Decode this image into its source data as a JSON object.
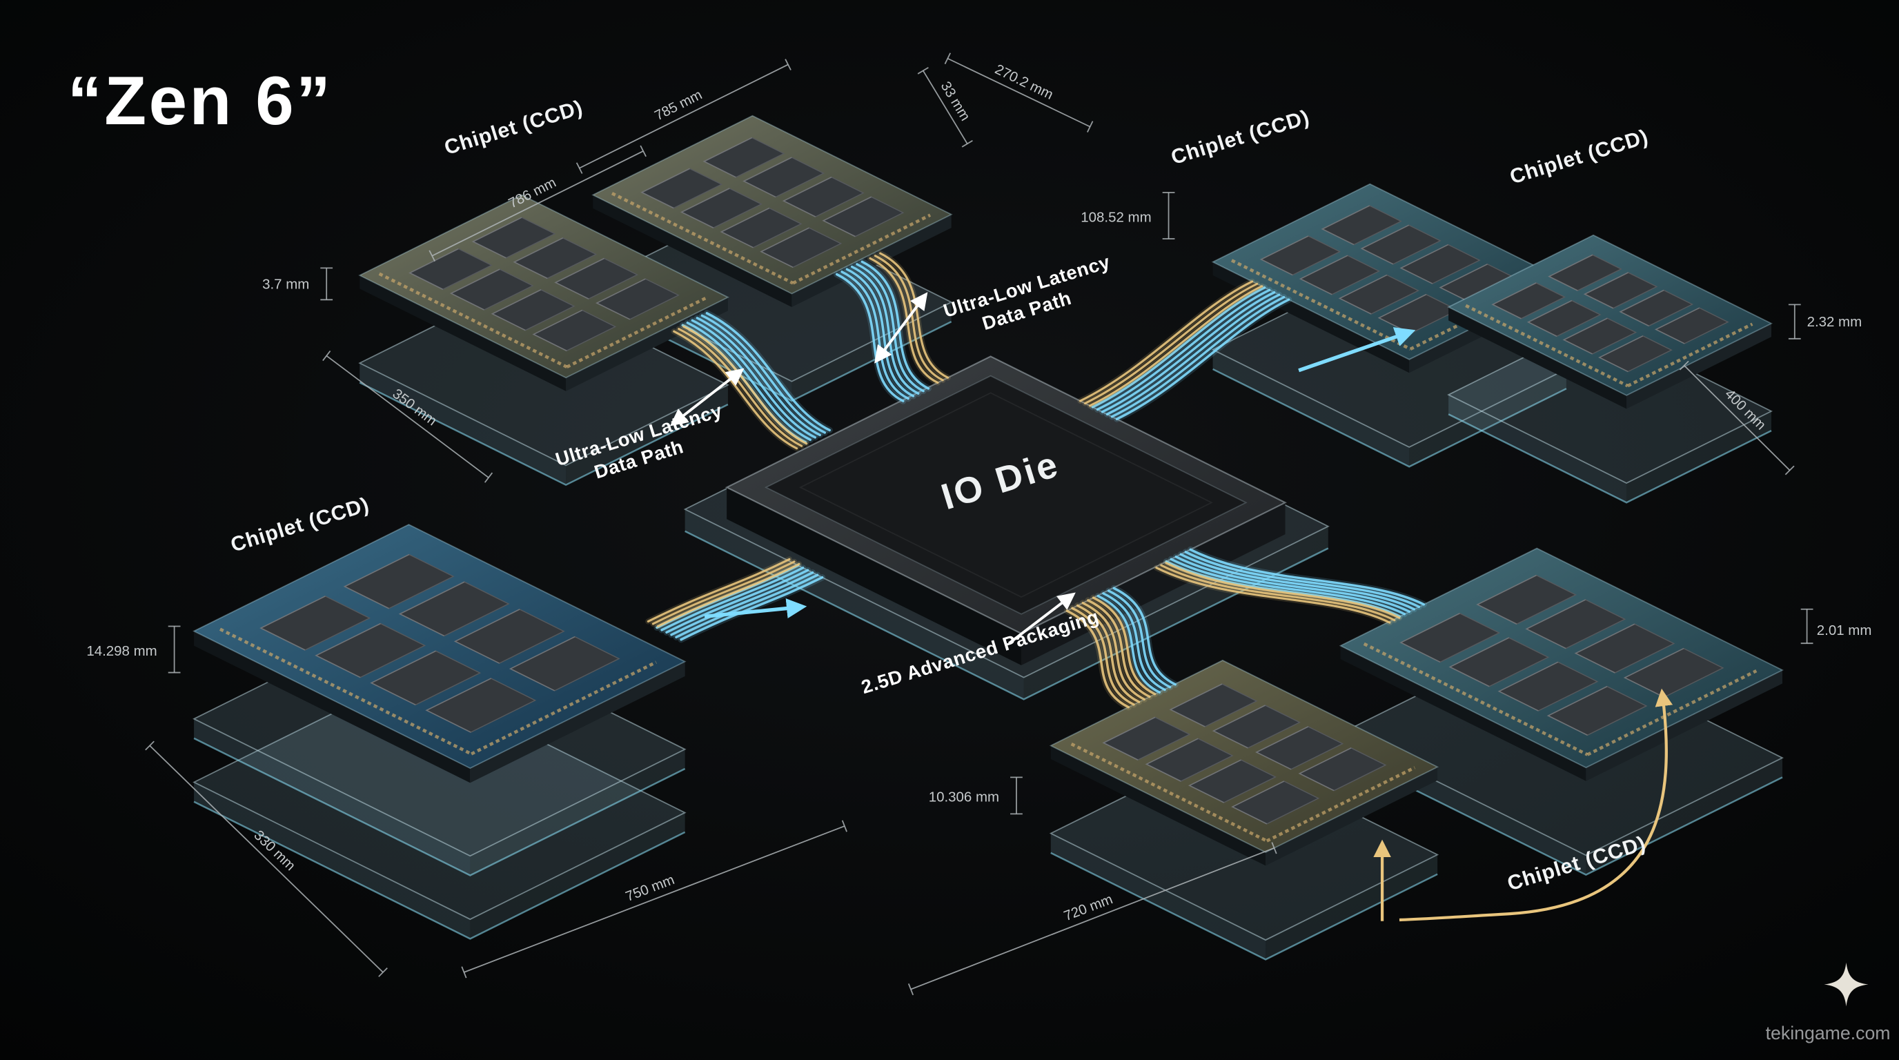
{
  "title": "“Zen 6”",
  "io_die": {
    "label": "IO Die"
  },
  "labels": {
    "chiplet": "Chiplet (CCD)",
    "ultra_low_latency_line1": "Ultra-Low Latency",
    "ultra_low_latency_line2": "Data Path",
    "packaging": "2.5D Advanced Packaging"
  },
  "dimensions": {
    "thickness_tl": "3.7 mm",
    "top_a": "786 mm",
    "top_b": "785 mm",
    "top_c": "33 mm",
    "top_d": "270.2 mm",
    "side_tl": "350 mm",
    "height_tr": "108.52 mm",
    "thickness_tr": "2.32 mm",
    "side_tr": "400 mm",
    "thickness_bl": "14.298 mm",
    "side_bl": "330 mm",
    "bottom_bl": "750 mm",
    "bottom_br": "720 mm",
    "height_br": "10.306 mm",
    "thickness_br": "2.01 mm"
  },
  "watermark": "tekingame.com",
  "colors": {
    "background": "#050607",
    "glow_blue": "#7fdcff",
    "glow_gold": "#e9c57d",
    "text": "#ffffff",
    "dim_text": "#c6cacc"
  }
}
